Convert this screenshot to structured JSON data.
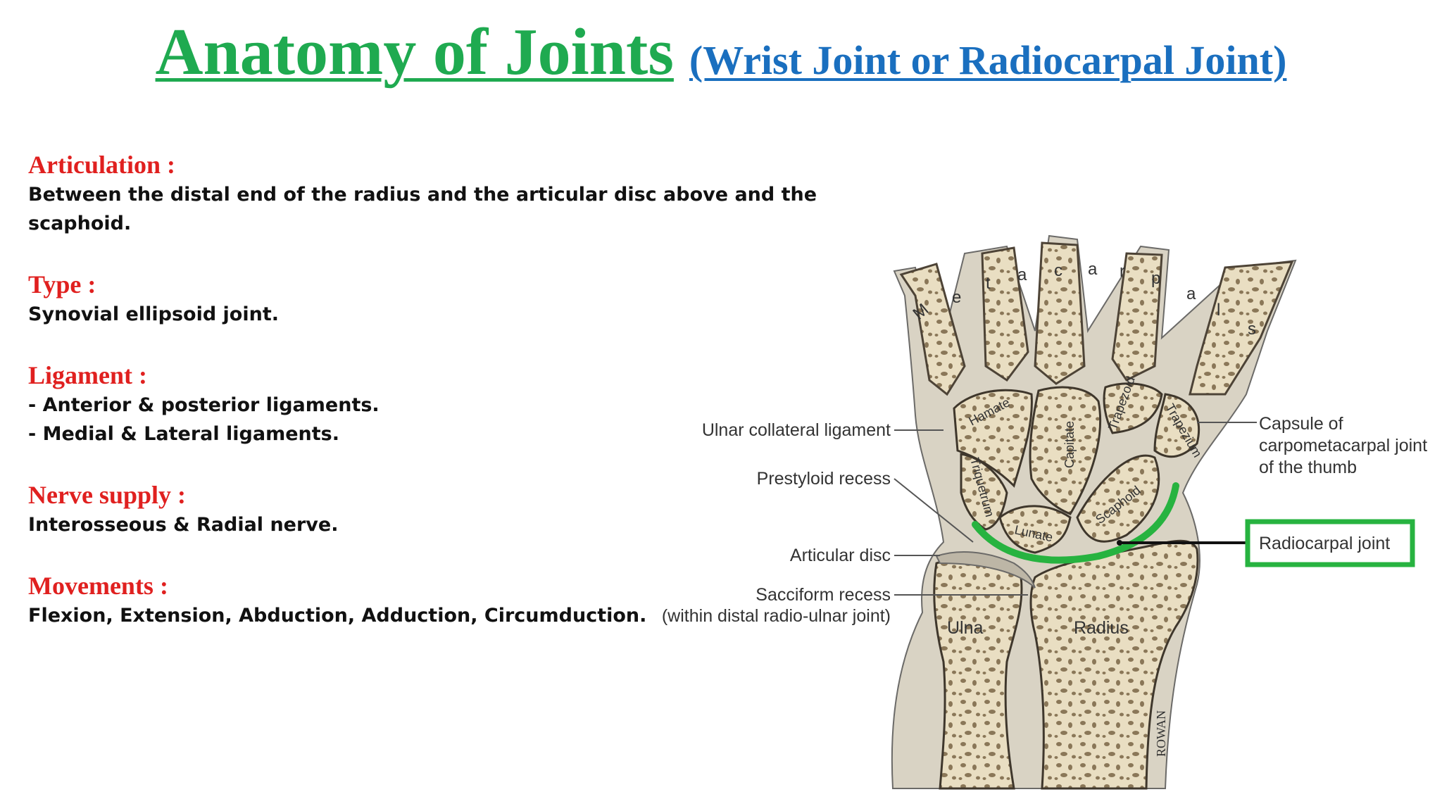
{
  "title": {
    "main": "Anatomy of Joints",
    "sub": "(Wrist Joint or Radiocarpal Joint)"
  },
  "sections": [
    {
      "heading": "Articulation :",
      "lines": [
        "Between the distal end of the radius and the articular disc above and the scaphoid."
      ]
    },
    {
      "heading": "Type :",
      "lines": [
        "Synovial ellipsoid joint."
      ]
    },
    {
      "heading": "Ligament :",
      "lines": [
        "- Anterior & posterior ligaments.",
        "- Medial & Lateral ligaments."
      ]
    },
    {
      "heading": "Nerve supply :",
      "lines": [
        "Interosseous & Radial nerve."
      ]
    },
    {
      "heading": "Movements :",
      "lines": [
        "Flexion, Extension, Abduction, Adduction, Circumduction."
      ]
    }
  ],
  "diagram": {
    "metacarpals_letters": [
      "M",
      "e",
      "t",
      "a",
      "c",
      "a",
      "r",
      "p",
      "a",
      "l",
      "s"
    ],
    "bones": {
      "hamate": "Hamate",
      "capitate": "Capitate",
      "trapezoid": "Trapezoid",
      "trapezium": "Trapezium",
      "triquetrum": "Triquetrum",
      "lunate": "Lunate",
      "scaphoid": "Scaphoid",
      "ulna": "Ulna",
      "radius": "Radius"
    },
    "labels": {
      "ulnar_collateral": "Ulnar collateral ligament",
      "prestyloid": "Prestyloid recess",
      "articular_disc": "Articular disc",
      "sacciform": "Sacciform recess",
      "sacciform_sub": "(within distal radio-ulnar joint)",
      "capsule_1": "Capsule of",
      "capsule_2": "carpometacarpal joint",
      "capsule_3": "of the thumb",
      "radiocarpal": "Radiocarpal joint"
    },
    "signature": "ROWAN",
    "colors": {
      "highlight": "#27b340",
      "bone": "#e7dcc0",
      "bone_dark": "#7a6a50"
    }
  }
}
